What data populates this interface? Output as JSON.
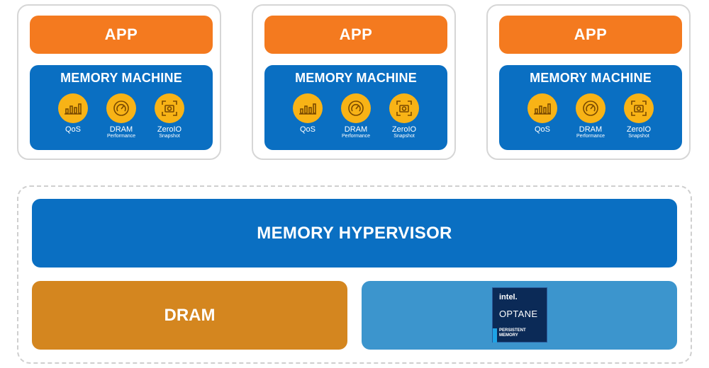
{
  "cards": [
    {
      "app": "APP",
      "title": "MEMORY MACHINE",
      "features": [
        {
          "label": "QoS",
          "sub": "",
          "icon": "bar-chart-icon"
        },
        {
          "label": "DRAM",
          "sub": "Performance",
          "icon": "gauge-icon"
        },
        {
          "label": "ZeroIO",
          "sub": "Snapshot",
          "icon": "camera-icon"
        }
      ]
    },
    {
      "app": "APP",
      "title": "MEMORY MACHINE",
      "features": [
        {
          "label": "QoS",
          "sub": "",
          "icon": "bar-chart-icon"
        },
        {
          "label": "DRAM",
          "sub": "Performance",
          "icon": "gauge-icon"
        },
        {
          "label": "ZeroIO",
          "sub": "Snapshot",
          "icon": "camera-icon"
        }
      ]
    },
    {
      "app": "APP",
      "title": "MEMORY MACHINE",
      "features": [
        {
          "label": "QoS",
          "sub": "",
          "icon": "bar-chart-icon"
        },
        {
          "label": "DRAM",
          "sub": "Performance",
          "icon": "gauge-icon"
        },
        {
          "label": "ZeroIO",
          "sub": "Snapshot",
          "icon": "camera-icon"
        }
      ]
    }
  ],
  "hypervisor": "MEMORY HYPERVISOR",
  "dram": "DRAM",
  "optane_badge": {
    "brand": "intel.",
    "product": "OPTANE",
    "line1": "PERSISTENT",
    "line2": "MEMORY"
  },
  "colors": {
    "app": "#f47a1f",
    "blue": "#0a6fc2",
    "icon": "#f8b316",
    "dram": "#d4861f",
    "optane": "#3c95cd"
  }
}
